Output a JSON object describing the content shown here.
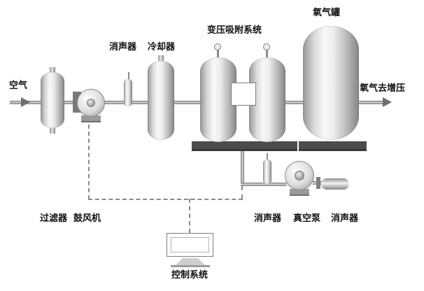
{
  "diagram": {
    "labels": {
      "air_inlet": "空气",
      "filter": "过滤器",
      "blower": "鼓风机",
      "muffler_top": "消声器",
      "cooler": "冷却器",
      "psa_system": "变压吸附系统",
      "oxygen_tank": "氧气罐",
      "oxygen_outlet": "氧气去增压",
      "muffler_vacuum_inlet": "消声器",
      "vacuum_pump": "真空泵",
      "muffler_vacuum_outlet": "消声器",
      "control_system": "控制系统"
    },
    "colors": {
      "background": "#ffffff",
      "vessel_highlight": "#f8f8f8",
      "vessel_shadow": "#858585",
      "platform": "#4c4c4c",
      "pipe": "#787878",
      "dashed_line": "#8a8a8a",
      "text": "#111111"
    }
  }
}
